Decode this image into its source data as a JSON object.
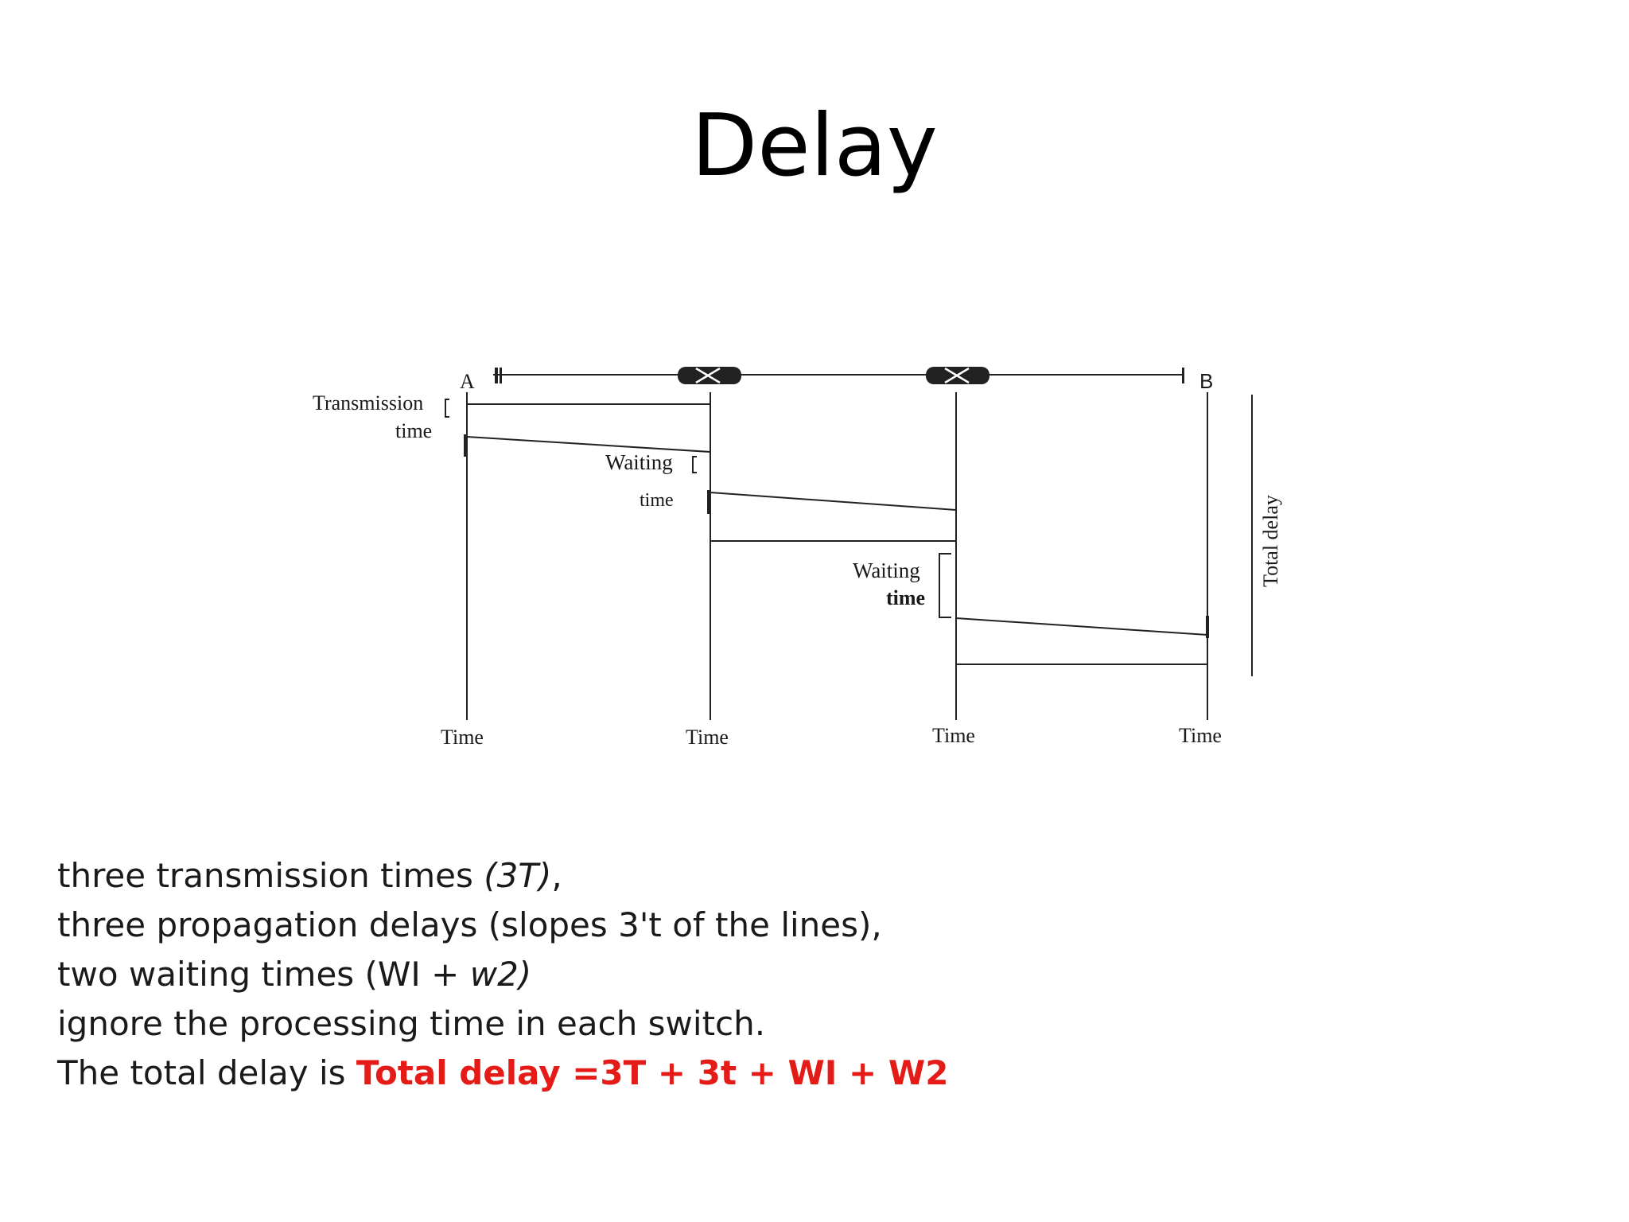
{
  "title": "Delay",
  "diagram": {
    "node_a": "A",
    "node_b": "B",
    "transmission_label_1": "Transmission",
    "transmission_label_2": "time",
    "waiting_label_1a": "Waiting",
    "waiting_label_1b": "time",
    "waiting_label_2a": "Waiting",
    "waiting_label_2b": "time",
    "total_delay_label": "Total delay",
    "time_labels": [
      "Time",
      "Time",
      "Time",
      "Time"
    ]
  },
  "body": {
    "line1_plain": "three transmission times ",
    "line1_italic": "(3T)",
    "line1_end": ",",
    "line2": "three propagation delays (slopes 3't of the lines),",
    "line3_plain": "two waiting times (WI + ",
    "line3_italic": "w2)",
    "line4": "ignore the processing time in each switch.",
    "line5_plain": "The total delay is ",
    "line5_emphasis": "Total delay =3T + 3t + WI + W2",
    "emphasis_color": "#e41b17"
  }
}
